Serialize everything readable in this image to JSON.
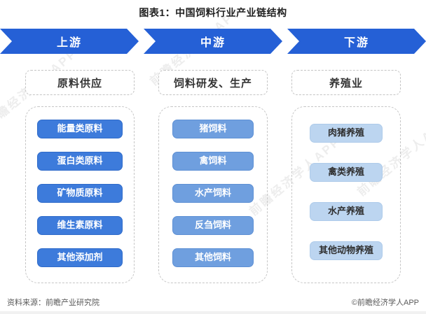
{
  "title": "图表1：中国饲料行业产业链结构",
  "colors": {
    "arrow_blue": "#2560d6",
    "upstream_chip": "#3d7bdb",
    "midstream_chip": "#6f9fdf",
    "downstream_chip": "#bcd5f0",
    "downstream_chip_text": "#2e2e2e",
    "dashed_border": "#c6c6c6"
  },
  "stages": [
    {
      "label": "上游"
    },
    {
      "label": "中游"
    },
    {
      "label": "下游"
    }
  ],
  "sections": [
    {
      "header": "原料供应",
      "items": [
        "能量类原料",
        "蛋白类原料",
        "矿物质原料",
        "维生素原料",
        "其他添加剂"
      ]
    },
    {
      "header": "饲料研发、生产",
      "items": [
        "猪饲料",
        "禽饲料",
        "水产饲料",
        "反刍饲料",
        "其他饲料"
      ]
    },
    {
      "header": "养殖业",
      "items": [
        "肉猪养殖",
        "禽类养殖",
        "水产养殖",
        "其他动物养殖"
      ]
    }
  ],
  "footer": {
    "source": "资料来源：前瞻产业研究院",
    "copyright": "©前瞻经济学人APP"
  },
  "watermark": "前瞻经济学人APP"
}
